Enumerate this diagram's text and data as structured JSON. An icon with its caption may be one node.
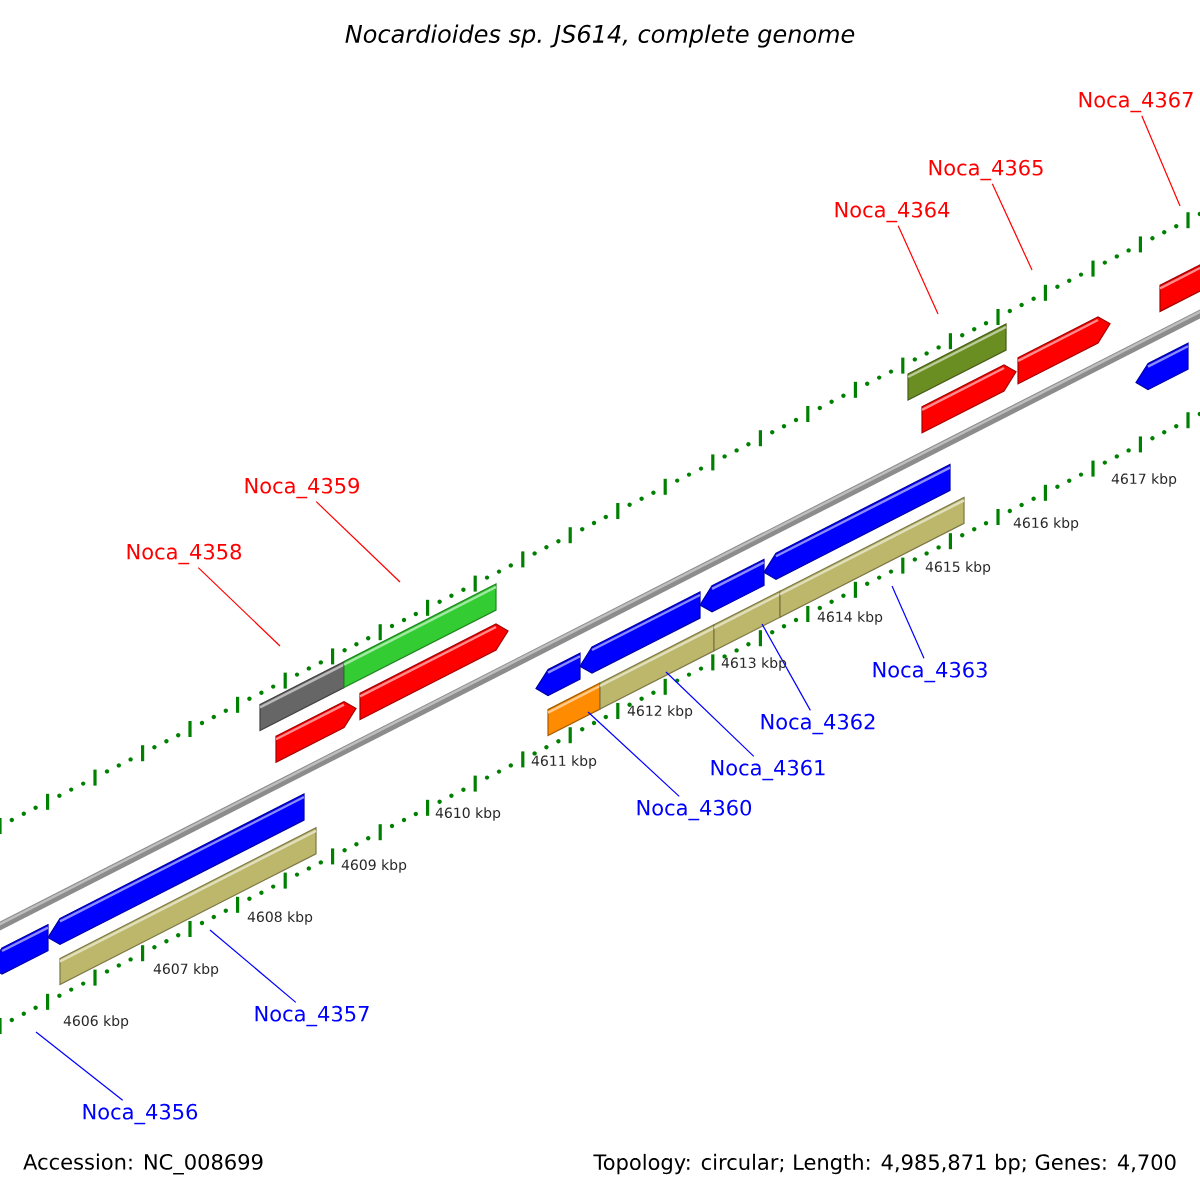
{
  "diagram": {
    "title": "Nocardioides sp. JS614, complete genome",
    "nodes": [
      {
        "text": [
          "Noca_4358"
        ]
      },
      {
        "text": [
          "Noca_4359"
        ]
      },
      {
        "text": [
          "Noca_4364"
        ]
      },
      {
        "text": [
          "Noca_4365"
        ]
      },
      {
        "text": [
          "Noca_4367"
        ]
      },
      {
        "text": [
          "Noca_4356"
        ]
      },
      {
        "text": [
          "Noca_4357"
        ]
      },
      {
        "text": [
          "Noca_4360"
        ]
      },
      {
        "text": [
          "Noca_4361"
        ]
      },
      {
        "text": [
          "Noca_4362"
        ]
      },
      {
        "text": [
          "Noca_4363"
        ]
      }
    ],
    "edges": [
      {
        "from": 0,
        "to": null,
        "arrow": "none",
        "color": "#ff0000"
      },
      {
        "from": 1,
        "to": null,
        "arrow": "none",
        "color": "#ff0000"
      },
      {
        "from": 2,
        "to": null,
        "arrow": "none",
        "color": "#ff0000"
      },
      {
        "from": 3,
        "to": null,
        "arrow": "none",
        "color": "#ff0000"
      },
      {
        "from": 4,
        "to": null,
        "arrow": "none",
        "color": "#ff0000"
      },
      {
        "from": 5,
        "to": null,
        "arrow": "none"
      },
      {
        "from": 6,
        "to": null,
        "arrow": "none"
      },
      {
        "from": 7,
        "to": null,
        "arrow": "none"
      },
      {
        "from": 8,
        "to": null,
        "arrow": "none"
      },
      {
        "from": 9,
        "to": null,
        "arrow": "none"
      },
      {
        "from": 10,
        "to": null,
        "arrow": "none"
      }
    ],
    "labels": [
      "4606 kbp",
      "4607 kbp",
      "4608 kbp",
      "4609 kbp",
      "4610 kbp",
      "4611 kbp",
      "4612 kbp",
      "4613 kbp",
      "4614 kbp",
      "4615 kbp",
      "4616 kbp",
      "4617 kbp",
      "Accession: NC_008699",
      "Topology: circular; Length: 4,985,871 bp; Genes: 4,700"
    ]
  }
}
